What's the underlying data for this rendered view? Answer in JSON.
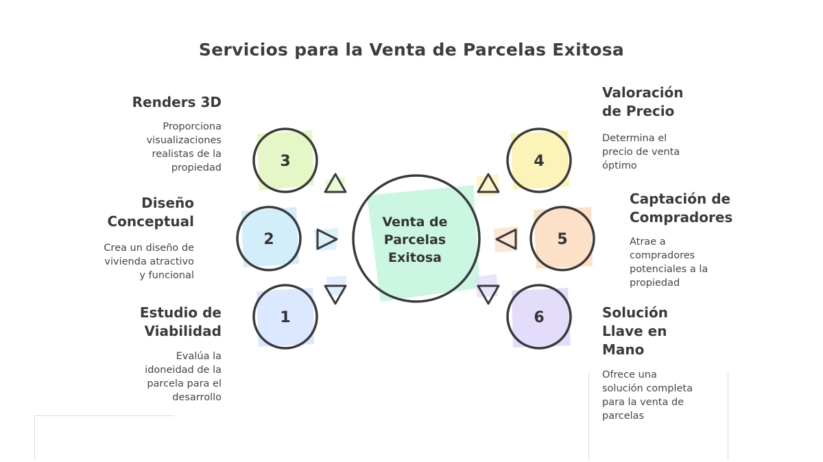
{
  "title": "Servicios para la Venta de Parcelas Exitosa",
  "center": {
    "lines": [
      "Venta de",
      "Parcelas",
      "Exitosa"
    ],
    "color": "#c8f5e0"
  },
  "steps": [
    {
      "number": "1",
      "heading": [
        "Estudio de",
        "Viabilidad"
      ],
      "description": [
        "Evalúa la",
        "idoneidad de la",
        "parcela para el",
        "desarrollo"
      ],
      "color": "#dbe8ff"
    },
    {
      "number": "2",
      "heading": [
        "Diseño",
        "Conceptual"
      ],
      "description": [
        "Crea un diseño de",
        "vivienda atractivo",
        "y funcional"
      ],
      "color": "#d3eefb"
    },
    {
      "number": "3",
      "heading": [
        "Renders 3D"
      ],
      "description": [
        "Proporciona",
        "visualizaciones",
        "realistas de la",
        "propiedad"
      ],
      "color": "#e6f7c7"
    },
    {
      "number": "4",
      "heading": [
        "Valoración",
        "de Precio"
      ],
      "description": [
        "Determina el",
        "precio de venta",
        "óptimo"
      ],
      "color": "#fbf3b8"
    },
    {
      "number": "5",
      "heading": [
        "Captación de",
        "Compradores"
      ],
      "description": [
        "Atrae a",
        "compradores",
        "potenciales a la",
        "propiedad"
      ],
      "color": "#fde0c8"
    },
    {
      "number": "6",
      "heading": [
        "Solución",
        "Llave en",
        "Mano"
      ],
      "description": [
        "Ofrece una",
        "solución completa",
        "para la venta de",
        "parcelas"
      ],
      "color": "#e3dcfb"
    }
  ]
}
